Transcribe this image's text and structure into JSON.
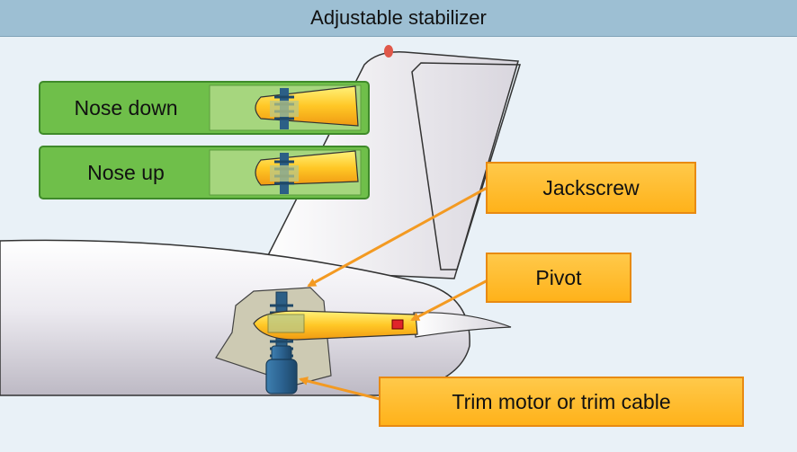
{
  "title": "Adjustable stabilizer",
  "states": [
    {
      "label": "Nose down"
    },
    {
      "label": "Nose up"
    }
  ],
  "callouts": {
    "jackscrew": "Jackscrew",
    "pivot": "Pivot",
    "trim_motor": "Trim motor or trim cable"
  },
  "colors": {
    "header": "#9dbfd3",
    "background": "#e9f1f7",
    "state_panel": "#6fbf4a",
    "callout": "#ffb21a",
    "leader": "#f39a22",
    "jackscrew": "#2c5f86"
  }
}
